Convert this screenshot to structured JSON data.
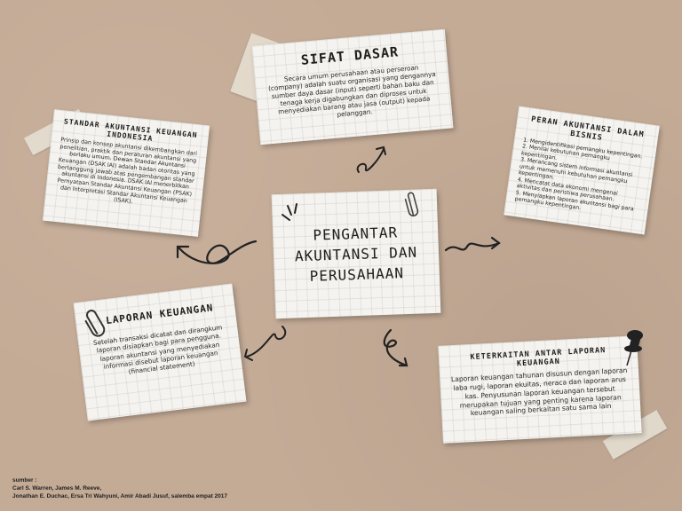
{
  "center": {
    "title": "PENGANTAR AKUNTANSI DAN PERUSAHAAN"
  },
  "sifat_dasar": {
    "title": "SIFAT DASAR",
    "text": "Secara umum perusahaan atau perseroan (company) adalah suatu organisasi yang dengannya sumber daya dasar (input) seperti bahan baku dan tenaga kerja digabungkan dan diproses untuk menyediakan barang atau jasa (output) kepada pelanggan."
  },
  "standar": {
    "title": "STANDAR AKUNTANSI KEUANGAN INDONESIA",
    "text": "Prinsip dan konsep akuntansi dikembangkan dari penelitian, praktik dan peraturan akuntansi yang berlaku umum. Dewan Standar Akuntansi Keuangan (DSAK IAI) adalah badan otoritas yang bertanggung jawab atas pengembangan standar akuntansi di Indonesia. DSAK IAI menerbitkan Pernyataan Standar Akuntansi Keuangan (PSAK) dan Interpretasi Standar Akuntansi Keuangan (ISAK)."
  },
  "peran": {
    "title": "PERAN AKUNTANSI DALAM BISNIS",
    "items": [
      "1. Mengidentifikasi pemangku kepentingan.",
      "2. Menilai kebutuhan pemangku kepentingan.",
      "3. Merancang sistem informasi akuntansi untuk memenuhi kebutuhan pemangku kepentingan.",
      "4. Mencatat data ekonomi mengenai aktivitas dan peristiwa perusahaan.",
      "5. Menyiapkan laporan akuntansi bagi para pemangku kepentingan."
    ]
  },
  "laporan": {
    "title": "LAPORAN KEUANGAN",
    "text": "Setelah transaksi dicatat dan dirangkum laporan disiapkan bagi para pengguna. laporan akuntansi yang menyediakan informasi disebut laporan keuangan (financial statement)"
  },
  "keterkaitan": {
    "title": "KETERKAITAN ANTAR LAPORAN KEUANGAN",
    "text": "Laporan keuangan tahunan disusun dengan laporan laba rugi, laporan ekuitas, neraca dan laporan arus kas. Penyusunan laporan keuangan tersebut merupakan tujuan yang penting karena laporan keuangan saling berkaitan satu sama lain"
  },
  "source": {
    "label": "sumber :",
    "line1": "Carl S. Warren, James M. Reeve,",
    "line2": "Jonathan E. Duchac, Ersa Tri Wahyuni, Amir Abadi Jusuf, salemba empat 2017"
  },
  "icons": [
    "paperclip-icon",
    "pushpin-icon",
    "arrow-icon",
    "spark-icon"
  ]
}
